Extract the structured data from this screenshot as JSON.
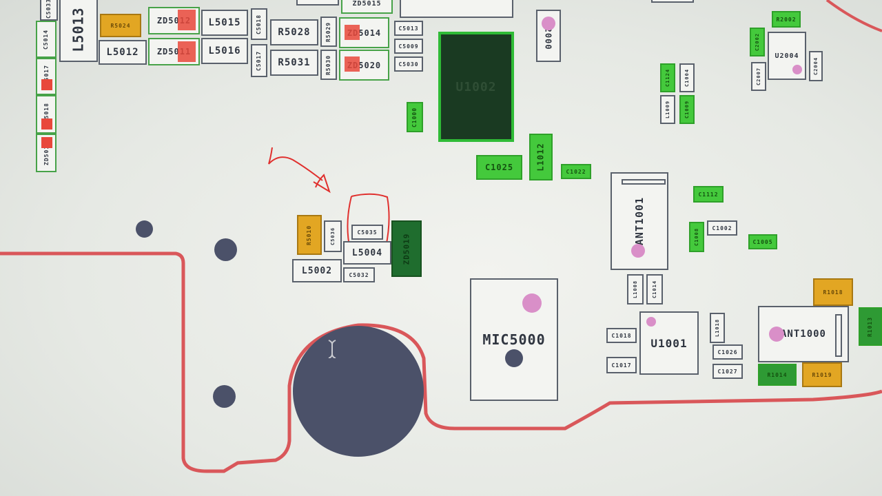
{
  "components": {
    "l5013": "L5013",
    "c5014": "C5014",
    "r5024": "R5024",
    "zd5012": "ZD5012",
    "zd5011": "ZD5011",
    "l5015": "L5015",
    "l5016": "L5016",
    "l5012": "L5012",
    "r5028": "R5028",
    "r5031": "R5031",
    "zd5014": "ZD5014",
    "zd5020": "ZD5020",
    "c5013": "C5013",
    "c5009": "C5009",
    "c5030": "C5030",
    "u1002": "U1002",
    "c1000": "C1000",
    "y2000": "Y2000",
    "c1025": "C1025",
    "l1012": "L1012",
    "c1022": "C1022",
    "r5010": "R5010",
    "c5036": "C5036",
    "c5035": "C5035",
    "l5004": "L5004",
    "zd5019": "ZD5019",
    "l5002": "L5002",
    "c5032": "C5032",
    "mic5000": "MIC5000",
    "ant1001": "ANT1001",
    "ant1000": "ANT1000",
    "u1001": "U1001",
    "u2004": "U2004",
    "c1112": "C1112",
    "c1002": "C1002",
    "c1008": "C1008",
    "c1005": "C1005",
    "l1008": "L1008",
    "c1014": "C1014",
    "c1018": "C1018",
    "c1017": "C1017",
    "l1018": "L1018",
    "c1026": "C1026",
    "c1027": "C1027",
    "r1018": "R1018",
    "r1014": "R1014",
    "r1019": "R1019",
    "r1013": "R1013",
    "c1124": "C1124",
    "c1004": "C1004",
    "l1009": "L1009",
    "c1009": "C1009",
    "r2002": "R2002",
    "c2002": "C2002",
    "c2007": "C2007",
    "c2004": "C2004",
    "zd5017": "ZD5017",
    "zd5018": "ZD5018",
    "zd5016": "ZD5016",
    "c5033": "C5033"
  },
  "colors": {
    "board_trace": "#d9575a",
    "annotation_red": "#e0302e",
    "component_green": "#44c93c",
    "component_amber": "#e2a623",
    "hole_dark": "#4b5169"
  },
  "icons": {
    "text_cursor": "i-beam-cursor-icon",
    "annotation_arrow": "hand-drawn-arrow-icon"
  }
}
